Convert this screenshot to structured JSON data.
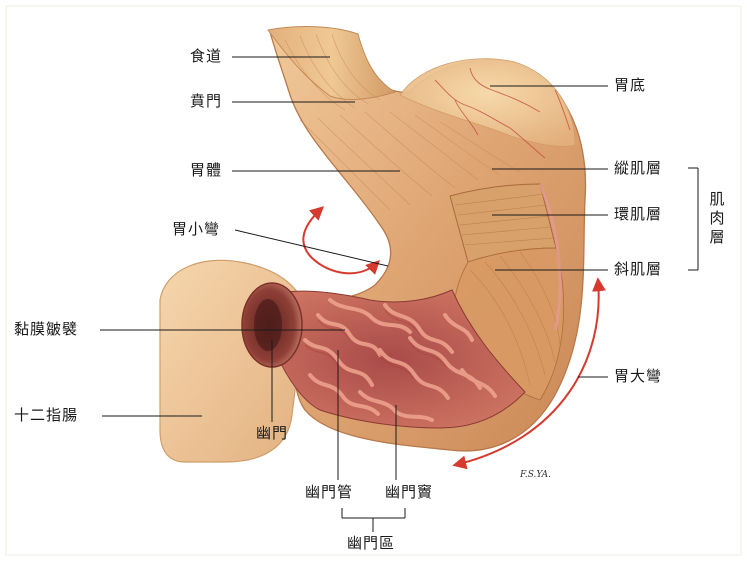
{
  "labels": {
    "esophagus": "食道",
    "cardia": "賁門",
    "fundus": "胃底",
    "body": "胃體",
    "lesser_curvature": "胃小彎",
    "longitudinal_muscle": "縱肌層",
    "circular_muscle": "環肌層",
    "oblique_muscle": "斜肌層",
    "muscle_layer_group": "肌肉層",
    "mucosal_folds": "黏膜皺襞",
    "greater_curvature": "胃大彎",
    "duodenum": "十二指腸",
    "pylorus": "幽門",
    "pyloric_canal": "幽門管",
    "pyloric_antrum": "幽門竇",
    "pyloric_region": "幽門區"
  },
  "artist_signature": "F.S.YA.",
  "colors": {
    "background": "#ffffff",
    "muscle": "#dca271",
    "muscle_dark": "#b8784a",
    "mucosa": "#c86a5e",
    "mucosa_fold": "#e79a86",
    "duodenum": "#efc89b",
    "arrow": "#d63a2e",
    "leader_line": "#1a1a1a"
  }
}
